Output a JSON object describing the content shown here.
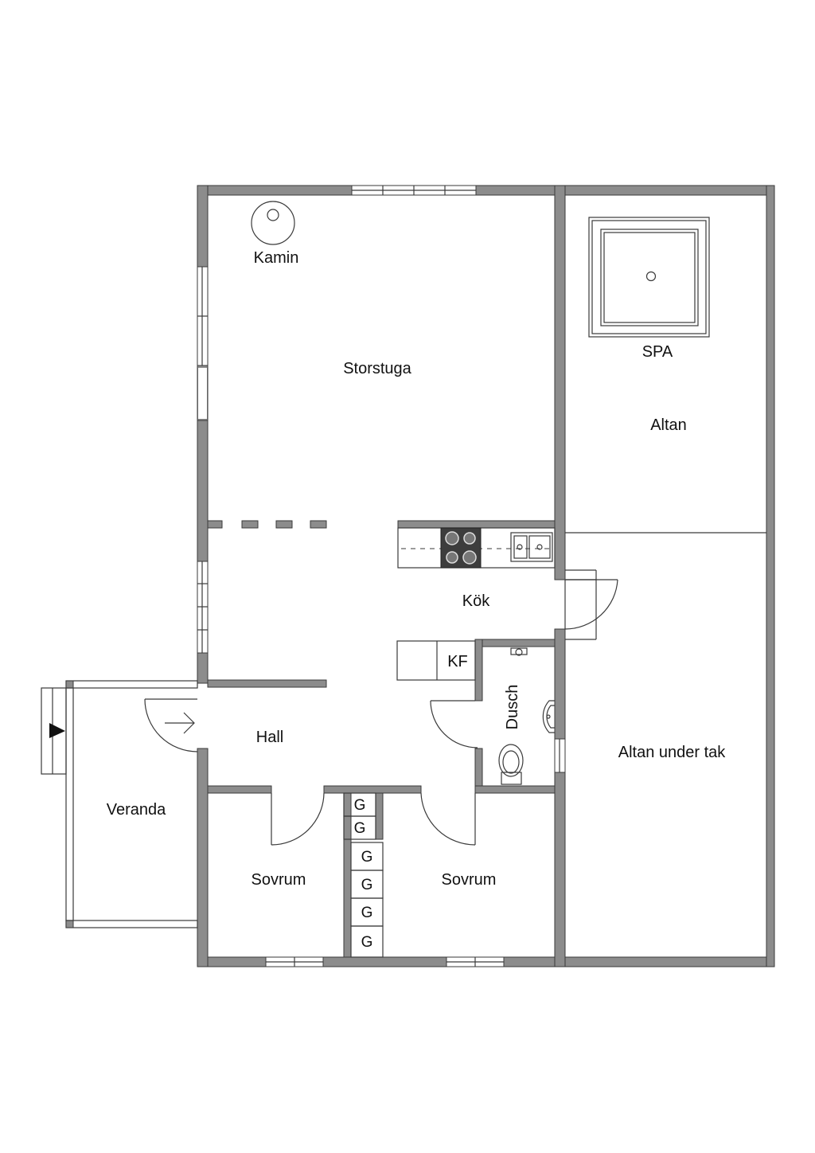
{
  "rooms": {
    "storstuga": "Storstuga",
    "kamin": "Kamin",
    "spa": "SPA",
    "altan": "Altan",
    "kok": "Kök",
    "kf": "KF",
    "dusch": "Dusch",
    "hall": "Hall",
    "altan_under_tak": "Altan under tak",
    "veranda": "Veranda",
    "sovrum_left": "Sovrum",
    "sovrum_right": "Sovrum"
  },
  "closets": [
    "G",
    "G",
    "G",
    "G",
    "G",
    "G"
  ],
  "colors": {
    "wall_fill": "#8c8c8c",
    "line": "#3a3a3a",
    "stove": "#3d3d3d"
  }
}
